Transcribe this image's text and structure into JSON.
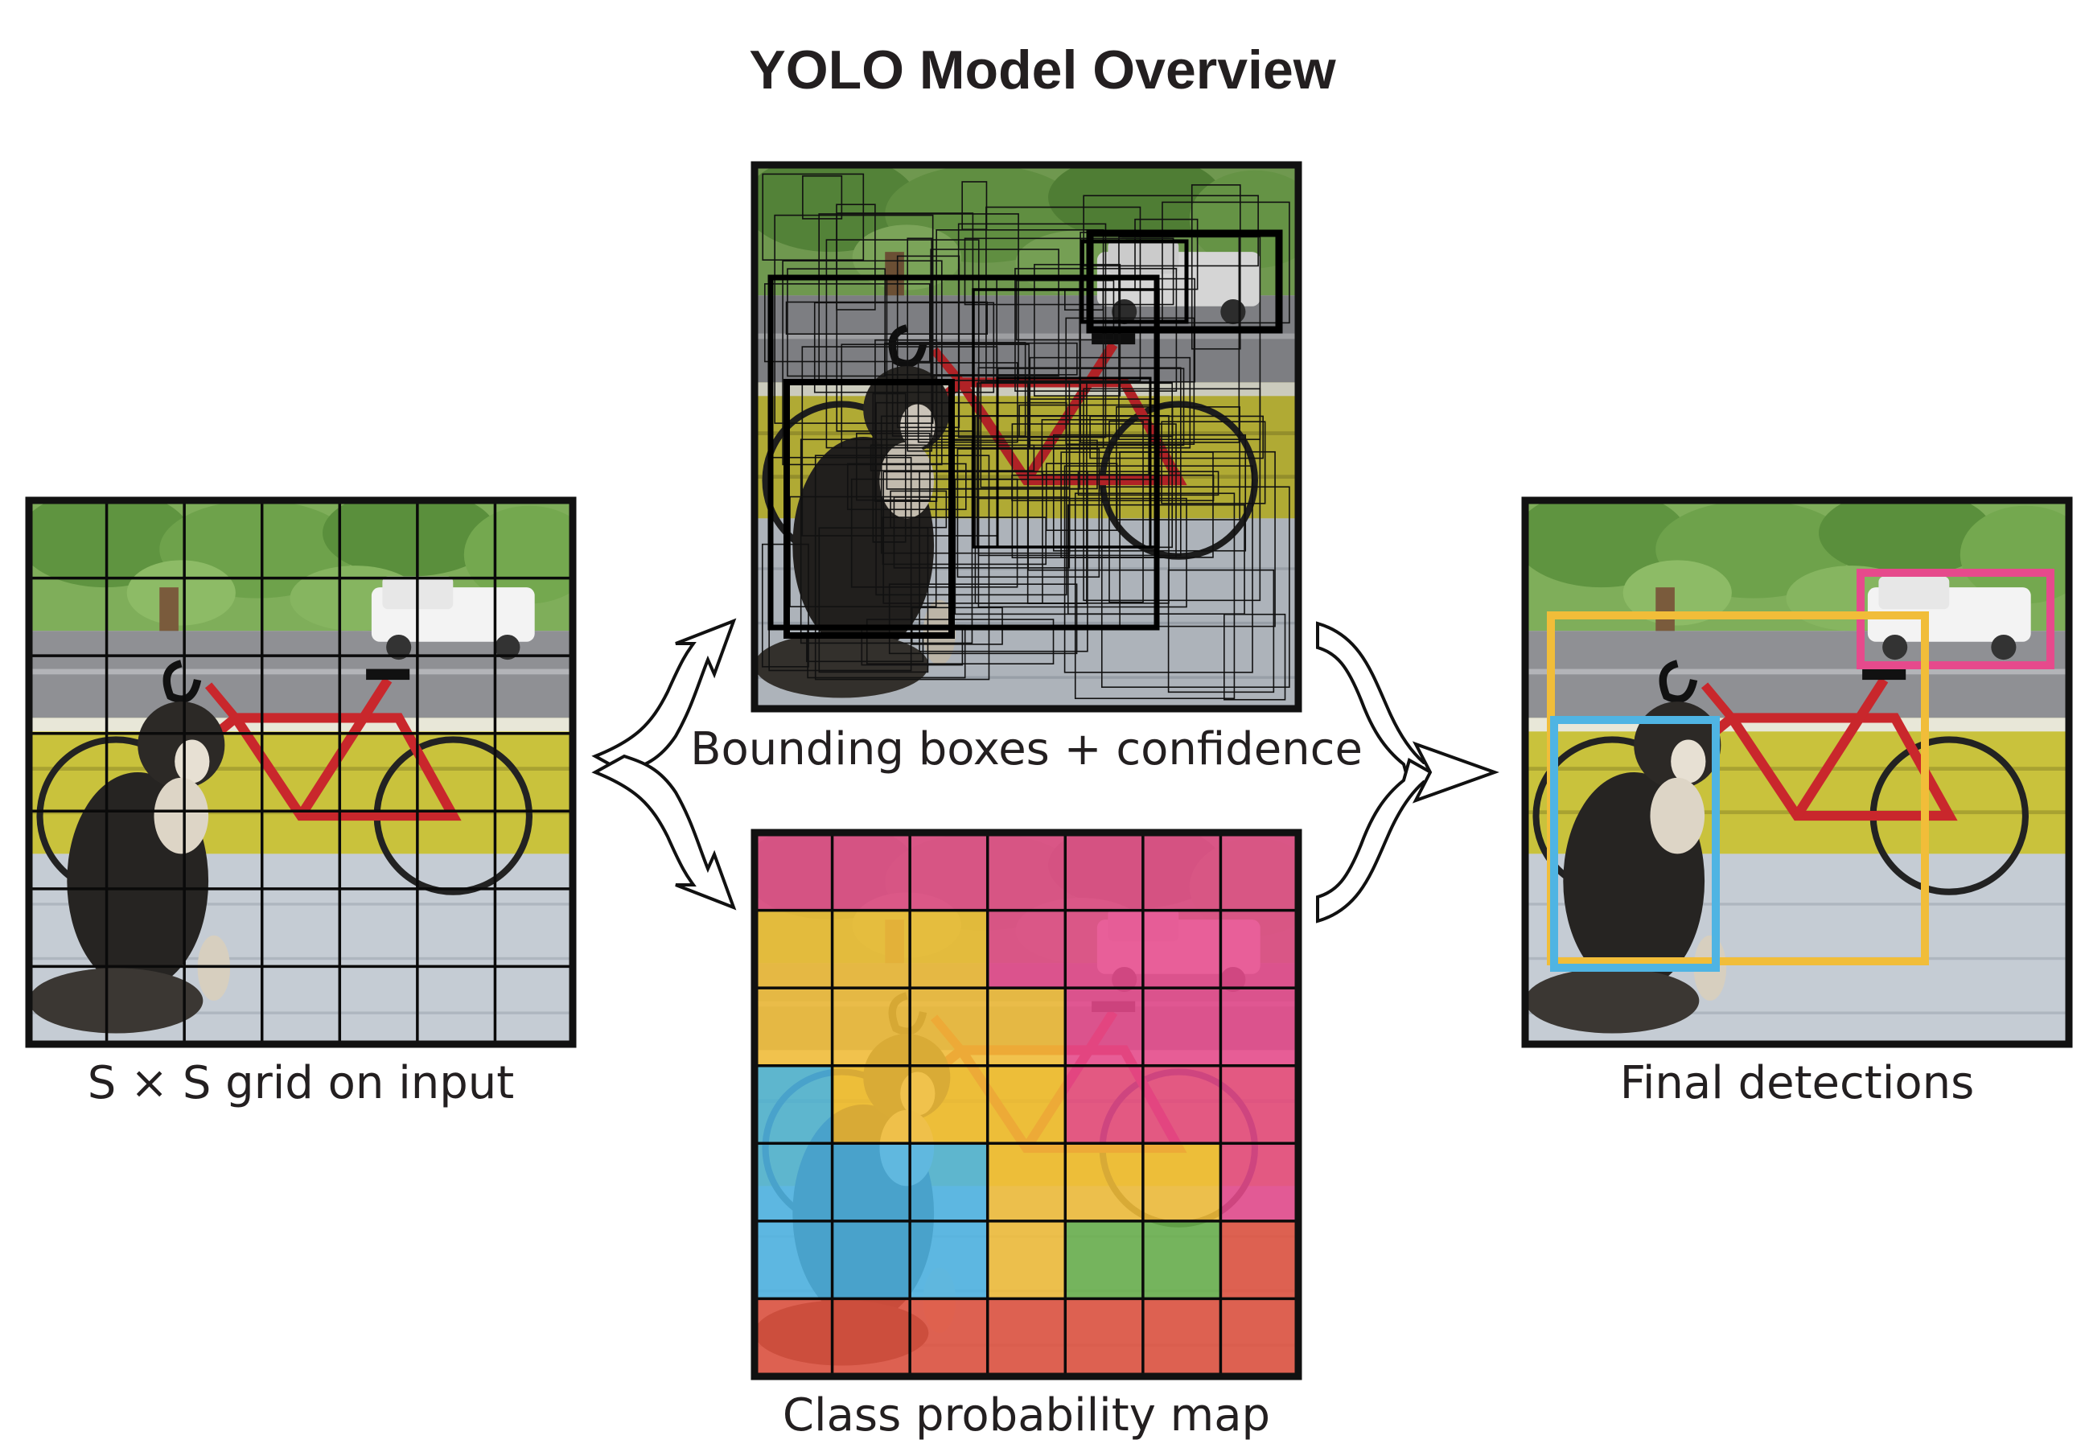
{
  "title": "YOLO Model Overview",
  "panels": {
    "input": {
      "caption": "S × S grid on input"
    },
    "boxes": {
      "caption": "Bounding boxes + confidence"
    },
    "classmap": {
      "caption": "Class probability map"
    },
    "detections": {
      "caption": "Final detections"
    }
  },
  "grid_size": 7,
  "colors": {
    "pink": "#e64a8c",
    "yellow": "#f1bd39",
    "blue": "#4fb4e3",
    "green": "#6ab04c",
    "red": "#e0523f",
    "frame": "#111111"
  },
  "class_map": [
    [
      "pink",
      "pink",
      "pink",
      "pink",
      "pink",
      "pink",
      "pink"
    ],
    [
      "yellow",
      "yellow",
      "yellow",
      "pink",
      "pink",
      "pink",
      "pink"
    ],
    [
      "yellow",
      "yellow",
      "yellow",
      "yellow",
      "pink",
      "pink",
      "pink"
    ],
    [
      "blue",
      "yellow",
      "yellow",
      "yellow",
      "pink",
      "pink",
      "pink"
    ],
    [
      "blue",
      "blue",
      "blue",
      "yellow",
      "yellow",
      "yellow",
      "pink"
    ],
    [
      "blue",
      "blue",
      "blue",
      "yellow",
      "green",
      "green",
      "red"
    ],
    [
      "red",
      "red",
      "red",
      "red",
      "red",
      "red",
      "red"
    ]
  ]
}
